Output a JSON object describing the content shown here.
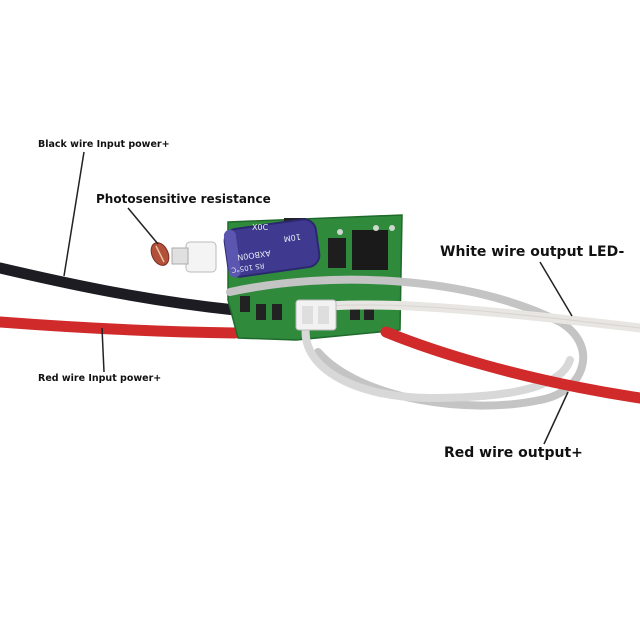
{
  "labels": {
    "black_wire": "Black wire Input power+",
    "photosensitive": "Photosensitive resistance",
    "white_wire": "White wire output LED-",
    "red_input": "Red wire Input power+",
    "red_output": "Red wire output+"
  },
  "board": {
    "capacitor_text_1": "10M",
    "capacitor_text_2": "AXBO0N",
    "capacitor_text_3": "RS 105°C",
    "silk_text": "X0C"
  },
  "colors": {
    "pcb": "#2f8a3c",
    "black_wire": "#1c1c22",
    "red_wire": "#d02a2a",
    "white_wire": "#e8e6e2",
    "gray_wire": "#c4c4c4",
    "capacitor": "#3f3a8f"
  }
}
